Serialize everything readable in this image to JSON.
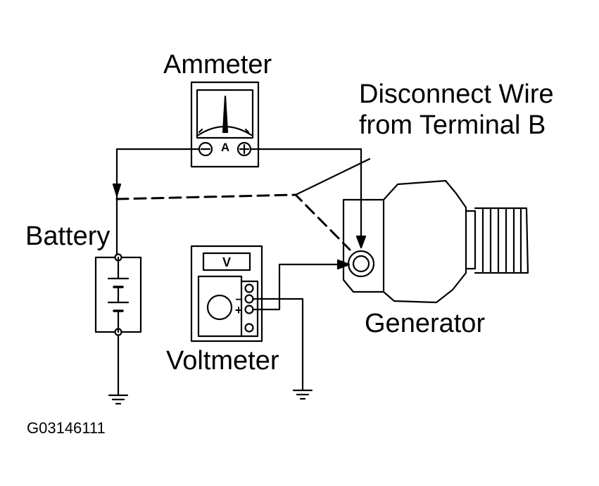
{
  "labels": {
    "ammeter": "Ammeter",
    "disconnect_line1": "Disconnect Wire",
    "disconnect_line2": "from Terminal B",
    "battery": "Battery",
    "generator": "Generator",
    "voltmeter": "Voltmeter",
    "figure_id": "G03146111"
  },
  "meter_marks": {
    "ammeter_unit": "A",
    "voltmeter_unit": "V",
    "minus": "−",
    "plus": "+"
  }
}
